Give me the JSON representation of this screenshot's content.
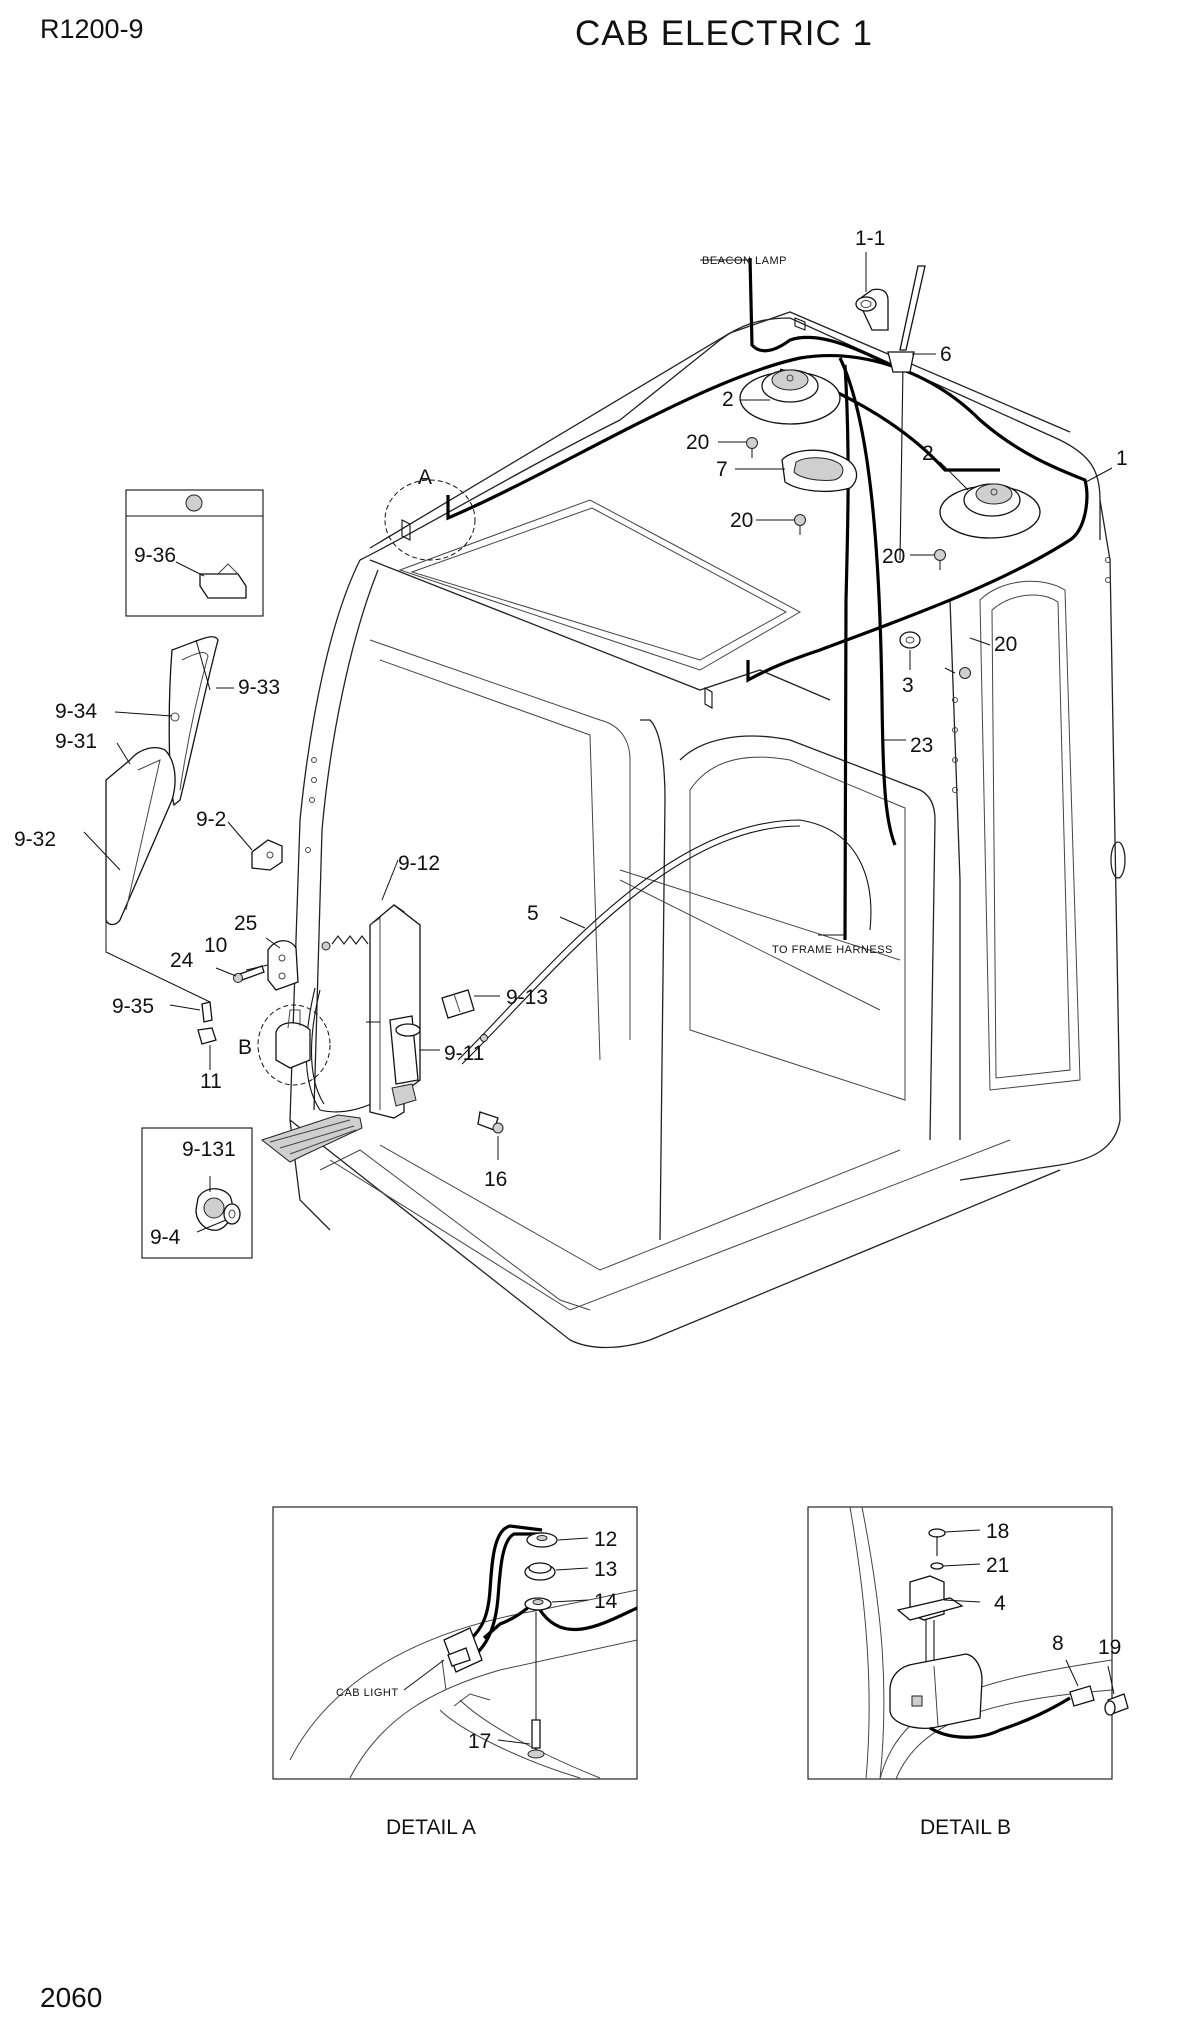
{
  "header": {
    "model": "R1200-9",
    "title": "CAB ELECTRIC 1",
    "page_number": "2060"
  },
  "notes": {
    "beacon_lamp": "BEACON LAMP",
    "to_frame_harness": "TO FRAME HARNESS",
    "cab_light": "CAB LIGHT"
  },
  "callouts": {
    "main": [
      "1-1",
      "6",
      "2",
      "20",
      "7",
      "20",
      "2",
      "1",
      "20",
      "3",
      "20",
      "23",
      "5",
      "9-12",
      "9-13",
      "9-11",
      "16",
      "25",
      "10",
      "24",
      "9-35",
      "11",
      "9-32",
      "9-31",
      "9-34",
      "9-33",
      "9-2",
      "9-36",
      "9-131",
      "9-4"
    ],
    "detail_a": [
      "12",
      "13",
      "14",
      "17"
    ],
    "detail_b": [
      "18",
      "21",
      "4",
      "8",
      "19"
    ]
  },
  "detail_markers": {
    "a": "A",
    "b": "B"
  },
  "details": {
    "a_caption": "DETAIL A",
    "b_caption": "DETAIL B"
  }
}
